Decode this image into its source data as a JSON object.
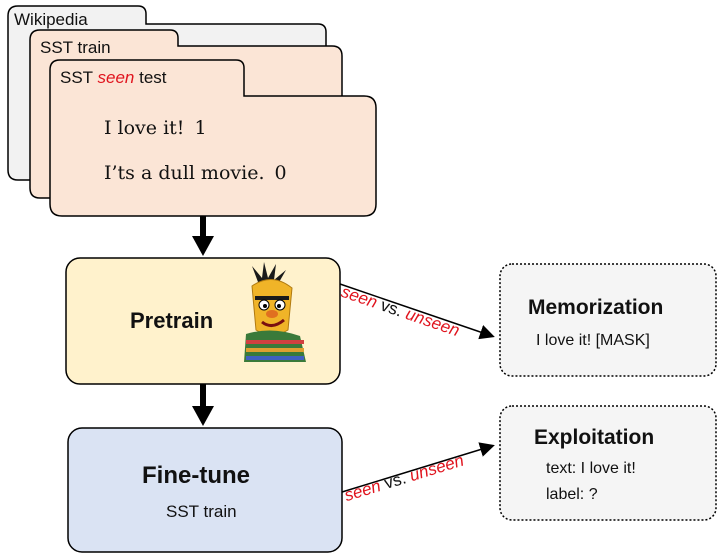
{
  "folders": {
    "wikipedia_tab": "Wikipedia",
    "sst_train_tab": "SST train",
    "seen_test_tab": {
      "prefix": "SST",
      "highlight": "seen",
      "suffix": "test"
    },
    "examples": [
      {
        "text": "I love it!",
        "label": "1"
      },
      {
        "text": "I’ts a dull movie.",
        "label": "0"
      }
    ]
  },
  "pretrain": {
    "title": "Pretrain",
    "mascot": "bert-muppet-image"
  },
  "finetune": {
    "title": "Fine-tune",
    "subtitle": "SST train"
  },
  "edge_labels": {
    "top": {
      "seen": "seen",
      "vs": "vs.",
      "unseen": "unseen"
    },
    "bottom": {
      "seen": "seen",
      "vs": "vs.",
      "unseen": "unseen"
    }
  },
  "memorization": {
    "title": "Memorization",
    "example": "I love it! [MASK]"
  },
  "exploitation": {
    "title": "Exploitation",
    "line1": "text: I love it!",
    "line2": "label: ?"
  },
  "colors": {
    "folder_fill": "#fbe5d6",
    "wiki_fill": "#f2f2f2",
    "pretrain_fill": "#fff2cc",
    "finetune_fill": "#dae3f3",
    "result_fill": "#f5f5f5",
    "highlight_red": "#e0141e"
  }
}
